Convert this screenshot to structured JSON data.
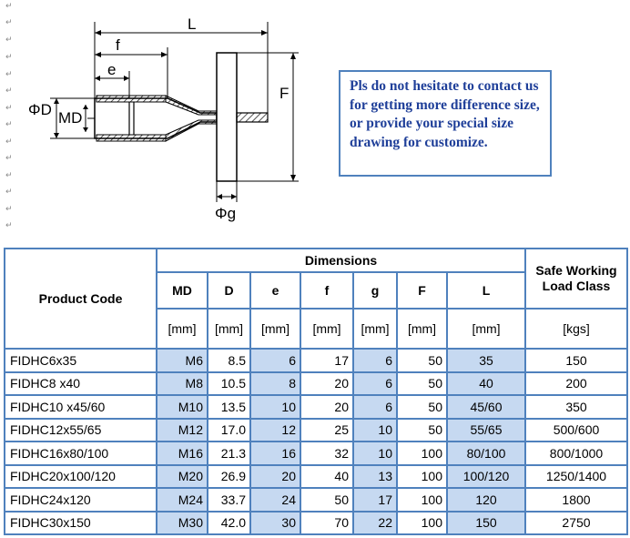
{
  "drawing": {
    "labels": {
      "L": "L",
      "f": "f",
      "e": "e",
      "F": "F",
      "phiD": "ΦD",
      "MD": "MD",
      "phig": "Φg"
    }
  },
  "note": {
    "text": "Pls do not hesitate to contact us for getting more difference size, or provide your special size drawing for customize."
  },
  "table": {
    "header_product": "Product Code",
    "header_dimensions": "Dimensions",
    "header_load": "Safe Working Load Class",
    "columns": [
      "MD",
      "D",
      "e",
      "f",
      "g",
      "F",
      "L"
    ],
    "units": [
      "[mm]",
      "[mm]",
      "[mm]",
      "[mm]",
      "[mm]",
      "[mm]",
      "[mm]"
    ],
    "load_unit": "[kgs]",
    "rows": [
      {
        "code": "FIDHC6x35",
        "MD": "M6",
        "D": "8.5",
        "e": "6",
        "f": "17",
        "g": "6",
        "F": "50",
        "L": "35",
        "load": "150"
      },
      {
        "code": "FIDHC8 x40",
        "MD": "M8",
        "D": "10.5",
        "e": "8",
        "f": "20",
        "g": "6",
        "F": "50",
        "L": "40",
        "load": "200"
      },
      {
        "code": "FIDHC10 x45/60",
        "MD": "M10",
        "D": "13.5",
        "e": "10",
        "f": "20",
        "g": "6",
        "F": "50",
        "L": "45/60",
        "load": "350"
      },
      {
        "code": "FIDHC12x55/65",
        "MD": "M12",
        "D": "17.0",
        "e": "12",
        "f": "25",
        "g": "10",
        "F": "50",
        "L": "55/65",
        "load": "500/600"
      },
      {
        "code": "FIDHC16x80/100",
        "MD": "M16",
        "D": "21.3",
        "e": "16",
        "f": "32",
        "g": "10",
        "F": "100",
        "L": "80/100",
        "load": "800/1000"
      },
      {
        "code": "FIDHC20x100/120",
        "MD": "M20",
        "D": "26.9",
        "e": "20",
        "f": "40",
        "g": "13",
        "F": "100",
        "L": "100/120",
        "load": "1250/1400"
      },
      {
        "code": "FIDHC24x120",
        "MD": "M24",
        "D": "33.7",
        "e": "24",
        "f": "50",
        "g": "17",
        "F": "100",
        "L": "120",
        "load": "1800"
      },
      {
        "code": "FIDHC30x150",
        "MD": "M30",
        "D": "42.0",
        "e": "30",
        "f": "70",
        "g": "22",
        "F": "100",
        "L": "150",
        "load": "2750"
      }
    ]
  },
  "colors": {
    "border": "#4f81bd",
    "shade": "#c6d9f1",
    "note_text": "#1f3f99"
  }
}
